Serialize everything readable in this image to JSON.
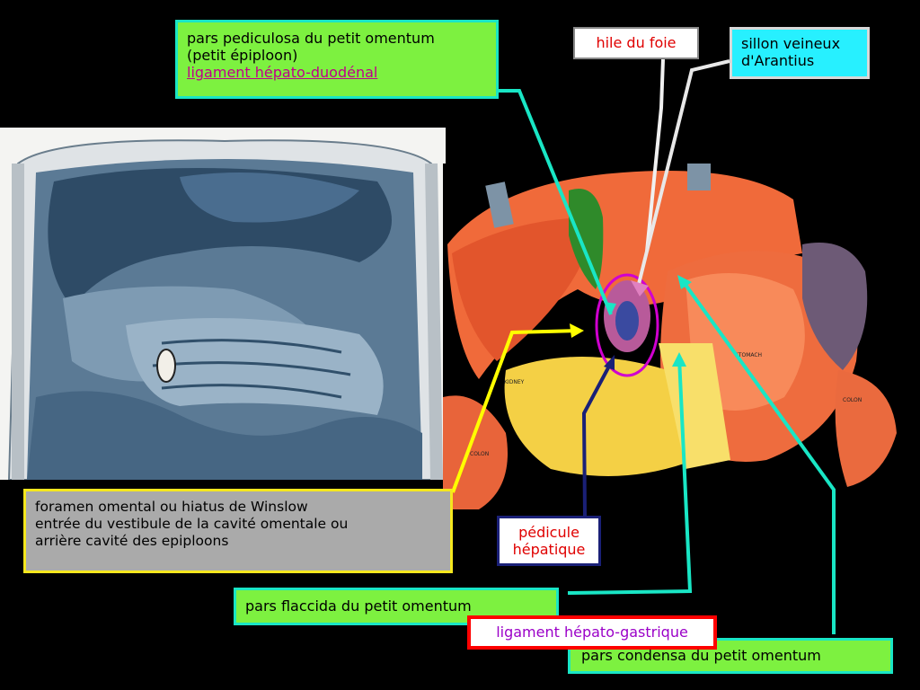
{
  "labels": {
    "pars_pediculosa_line1": "pars pediculosa du petit omentum",
    "pars_pediculosa_line2": "(petit épiploon)",
    "ligament_hepato_duodenal": "ligament hépato-duodénal",
    "hile_du_foie": "hile du foie",
    "sillon_line1": "sillon veineux",
    "sillon_line2": "d'Arantius",
    "foramen_line1": "foramen omental ou hiatus de Winslow",
    "foramen_line2": "entrée du vestibule de la cavité omentale  ou",
    "foramen_line3": "arrière cavité des epiploons",
    "pedicule_line1": "pédicule",
    "pedicule_line2": "hépatique",
    "pars_flaccida": "pars flaccida du petit omentum",
    "ligament_hepato_gastrique": "ligament hépato-gastrique",
    "pars_condensa": "pars condensa  du petit omentum"
  },
  "illustration_labels": {
    "kidney": "KIDNEY",
    "stomach": "STOMACH",
    "colon_left": "COLON",
    "colon_right": "COLON"
  },
  "colors": {
    "background": "#000000",
    "green_box": "#7df140",
    "cyan_border": "#19e6c5",
    "arantius_box": "#27f0ff",
    "winslow_box": "#aaaaaa",
    "winslow_border": "#f5e71e",
    "red_text": "#e00000",
    "purple_text": "#9b00c8",
    "magenta_text": "#c0008a",
    "navy_border": "#1a2077",
    "red_border": "#ff0000"
  },
  "icons": {
    "plate_left": "anatomical-plate-abdomen-blue",
    "plate_right": "anatomical-illustration-liver-stomach"
  }
}
